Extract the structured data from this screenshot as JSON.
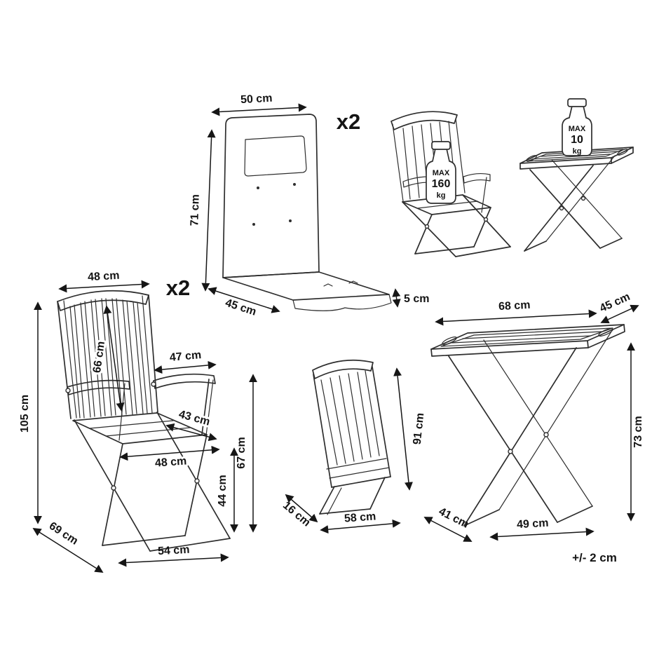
{
  "diagram": {
    "line_color": "#2e2e2e",
    "background_color": "#ffffff",
    "tolerance": "+/- 2 cm",
    "cushion": {
      "qty": "x2",
      "dim_width": "50 cm",
      "dim_height": "71 cm",
      "dim_depth": "45 cm",
      "dim_thickness": "5 cm"
    },
    "chair": {
      "qty": "x2",
      "dim_back_width": "48 cm",
      "dim_total_height": "105 cm",
      "dim_back_height": "66 cm",
      "dim_armrest_length": "47 cm",
      "dim_seat_depth": "43 cm",
      "dim_seat_width": "48 cm",
      "dim_seat_height": "44 cm",
      "dim_armrest_height": "67 cm",
      "dim_total_depth": "69 cm",
      "dim_base_width": "54 cm",
      "max_load": {
        "label": "MAX",
        "value": "160",
        "unit": "kg"
      }
    },
    "folded_chair": {
      "dim_height": "91 cm",
      "dim_thickness": "16 cm",
      "dim_width": "58 cm"
    },
    "table": {
      "dim_top_width": "68 cm",
      "dim_top_depth": "45 cm",
      "dim_height": "73 cm",
      "dim_base_depth": "41 cm",
      "dim_base_width": "49 cm",
      "max_load": {
        "label": "MAX",
        "value": "10",
        "unit": "kg"
      }
    }
  }
}
